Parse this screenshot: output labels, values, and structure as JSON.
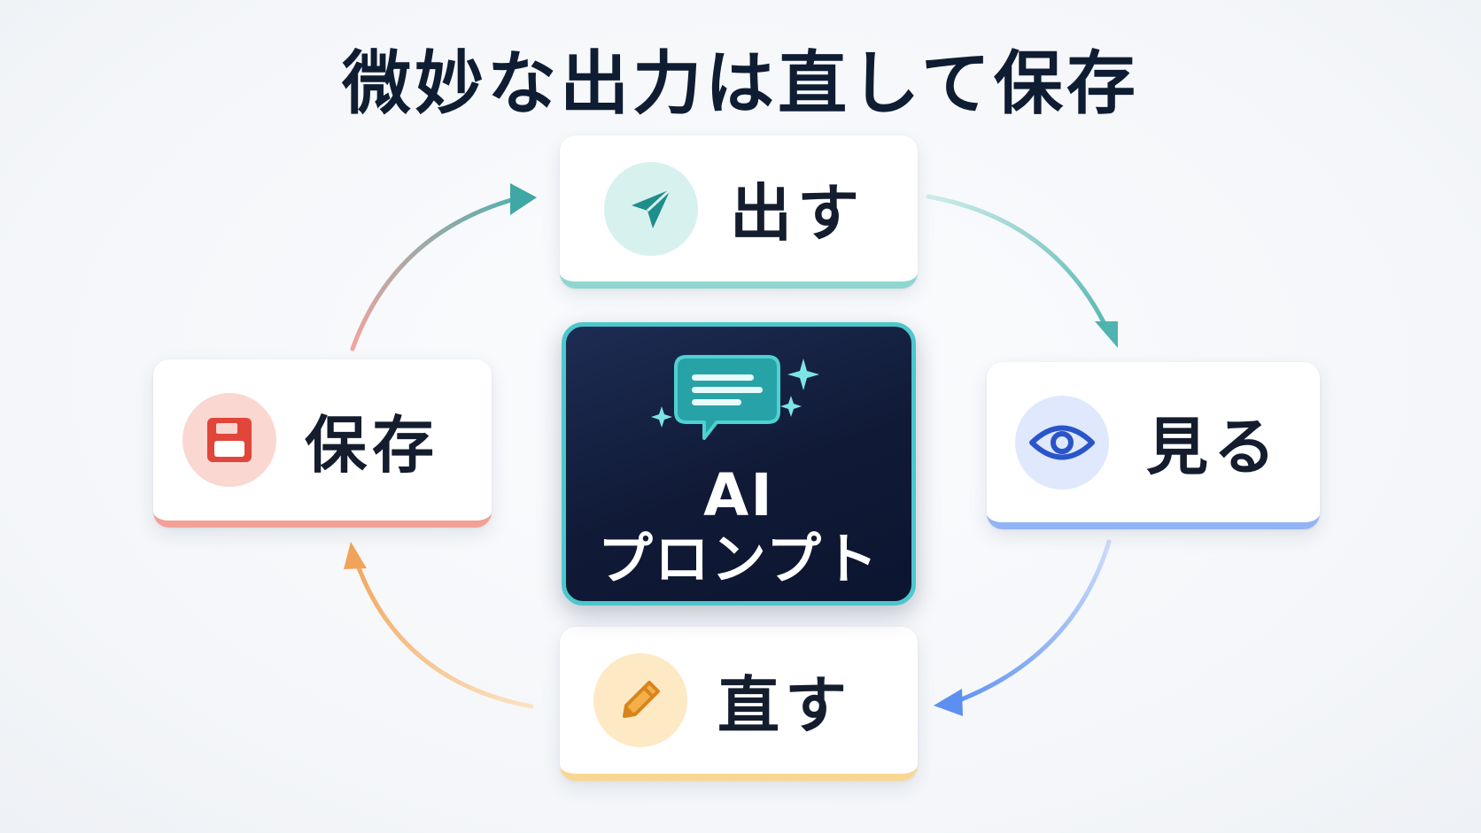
{
  "title": "微妙な出力は直して保存",
  "center": {
    "line1": "AI",
    "line2": "プロンプト",
    "icon": "chat-bubble-sparkles-icon"
  },
  "steps": [
    {
      "label": "出す",
      "icon": "send-paper-plane-icon",
      "accent": "#8fd6d2",
      "icon_color": "#1f8d8a"
    },
    {
      "label": "見る",
      "icon": "eye-icon",
      "accent": "#93b4f4",
      "icon_color": "#2a55c9"
    },
    {
      "label": "直す",
      "icon": "pencil-icon",
      "accent": "#f8d792",
      "icon_color": "#d9831d"
    },
    {
      "label": "保存",
      "icon": "floppy-save-icon",
      "accent": "#f2a196",
      "icon_color": "#e0463a"
    }
  ],
  "colors": {
    "background": "#f6f8fb",
    "title": "#0f1d33",
    "center_fill": "#101a36",
    "center_border": "#4cc7cc"
  }
}
